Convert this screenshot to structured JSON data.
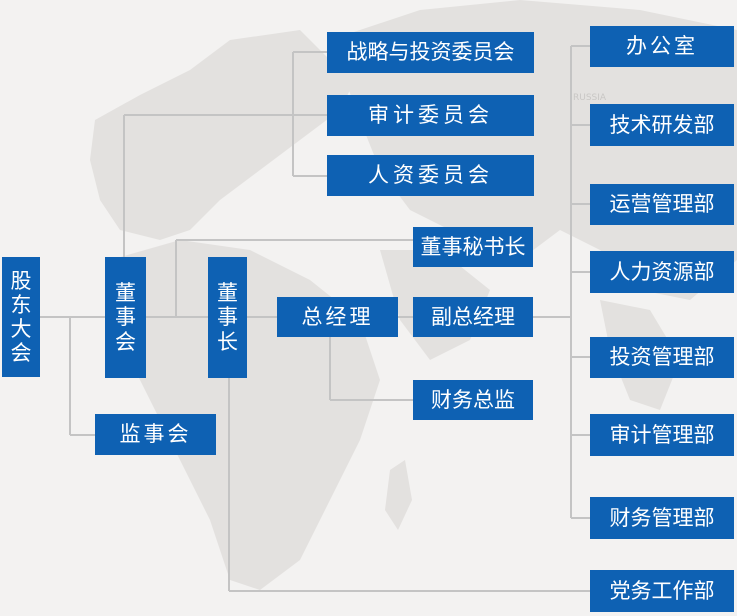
{
  "nodes": {
    "shareholders": "股东大会",
    "board": "董事会",
    "chairman": "董事长",
    "supervisory": "监事会",
    "strategy_committee": "战略与投资委员会",
    "audit_committee": "审计委员会",
    "hr_committee": "人资委员会",
    "board_secretary": "董事秘书长",
    "general_manager": "总经理",
    "deputy_gm": "副总经理",
    "finance_director": "财务总监",
    "office": "办公室",
    "tech_rd": "技术研发部",
    "operations": "运营管理部",
    "human_resources": "人力资源部",
    "investment": "投资管理部",
    "audit_dept": "审计管理部",
    "finance_dept": "财务管理部",
    "party_affairs": "党务工作部"
  },
  "map_label": "RUSSIA",
  "colors": {
    "box": "#0e61b3",
    "line": "#c4c4c4",
    "background": "#f3f2f1",
    "land": "#e2e0de"
  }
}
